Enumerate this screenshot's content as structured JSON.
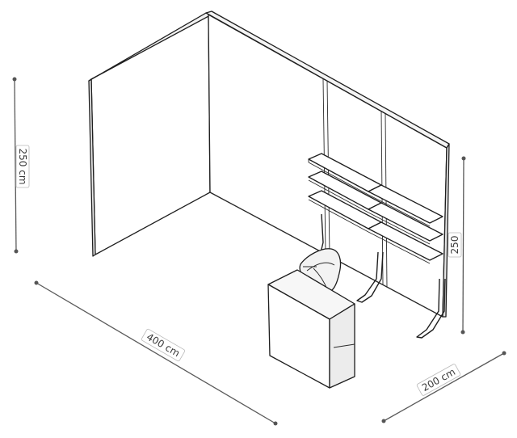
{
  "dimensions": {
    "height_left": "250 cm",
    "width_front": "400 cm",
    "depth_right": "200 cm",
    "height_right": "250"
  }
}
